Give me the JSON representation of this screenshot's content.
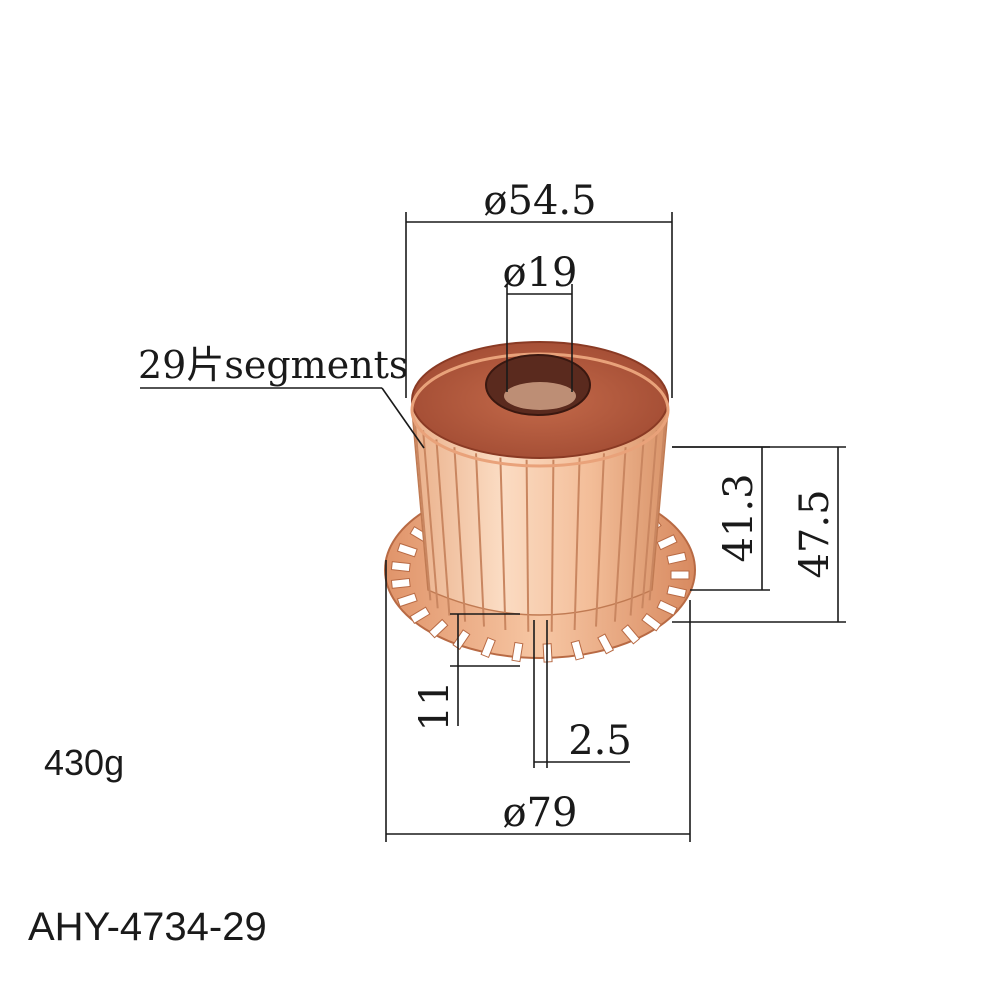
{
  "dimensions": {
    "outer_top_diameter": "ø54.5",
    "bore_diameter": "ø19",
    "segments": "29片segments",
    "height_41": "41.3",
    "height_47": "47.5",
    "riser_height": "11",
    "riser_width": "2.5",
    "riser_diameter": "ø79"
  },
  "product": {
    "weight": "430g",
    "model": "AHY-4734-29"
  },
  "colors": {
    "copper_light": "#f6c6a3",
    "copper_mid": "#e8a47a",
    "copper_dark": "#b86a44",
    "top_face": "#b85a3e",
    "bore": "#5a2a1e",
    "line": "#1a1a1a"
  },
  "segment_count": 29
}
